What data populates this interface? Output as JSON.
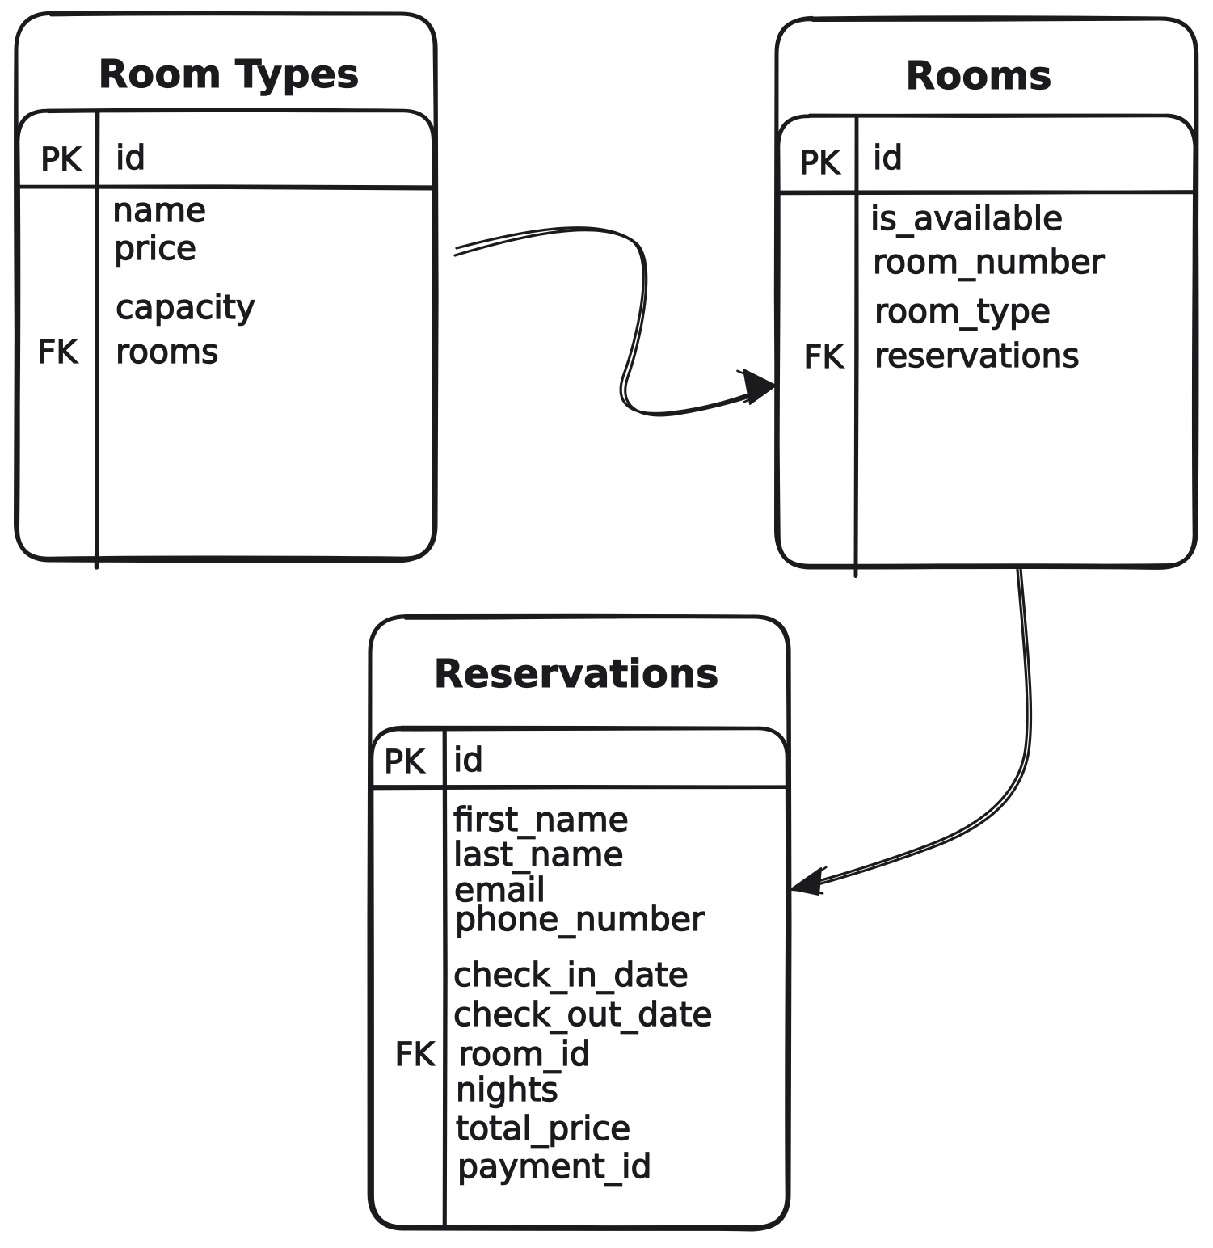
{
  "diagram": {
    "kind": "entity-relationship-diagram",
    "style": "hand-drawn",
    "background": "#ffffff",
    "ink": "#1b1b1e",
    "tables": [
      {
        "title": "Room Types",
        "rows": [
          {
            "key": "PK",
            "field": "id"
          },
          {
            "key": "",
            "field": "name"
          },
          {
            "key": "",
            "field": "price"
          },
          {
            "key": "",
            "field": "capacity"
          },
          {
            "key": "FK",
            "field": "rooms"
          }
        ]
      },
      {
        "title": "Rooms",
        "rows": [
          {
            "key": "PK",
            "field": "id"
          },
          {
            "key": "",
            "field": "is_available"
          },
          {
            "key": "",
            "field": "room_number"
          },
          {
            "key": "",
            "field": "room_type"
          },
          {
            "key": "FK",
            "field": "reservations"
          }
        ]
      },
      {
        "title": "Reservations",
        "rows": [
          {
            "key": "PK",
            "field": "id"
          },
          {
            "key": "",
            "field": "first_name"
          },
          {
            "key": "",
            "field": "last_name"
          },
          {
            "key": "",
            "field": "email"
          },
          {
            "key": "",
            "field": "phone_number"
          },
          {
            "key": "",
            "field": "check_in_date"
          },
          {
            "key": "",
            "field": "check_out_date"
          },
          {
            "key": "FK",
            "field": "room_id"
          },
          {
            "key": "",
            "field": "nights"
          },
          {
            "key": "",
            "field": "total_price"
          },
          {
            "key": "",
            "field": "payment_id"
          }
        ]
      }
    ],
    "relationships": [
      {
        "from": "Room Types",
        "to": "Rooms"
      },
      {
        "from": "Rooms",
        "to": "Reservations"
      }
    ]
  }
}
